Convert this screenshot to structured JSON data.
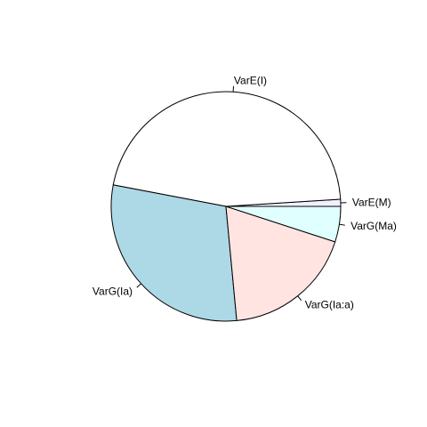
{
  "chart_data": {
    "type": "pie",
    "title": "",
    "labels": [
      "VarE(M)",
      "VarE(I)",
      "VarG(Ia)",
      "VarG(Ia:a)",
      "VarG(Ma)"
    ],
    "values": [
      1.0,
      46.0,
      29.5,
      18.5,
      5.0
    ],
    "colors": [
      "#F0F0FF",
      "#FFFFFF",
      "#ADD8E6",
      "#FFE4E1",
      "#E0FFFF"
    ],
    "direction": "counterclockwise",
    "start": "3 o'clock"
  }
}
